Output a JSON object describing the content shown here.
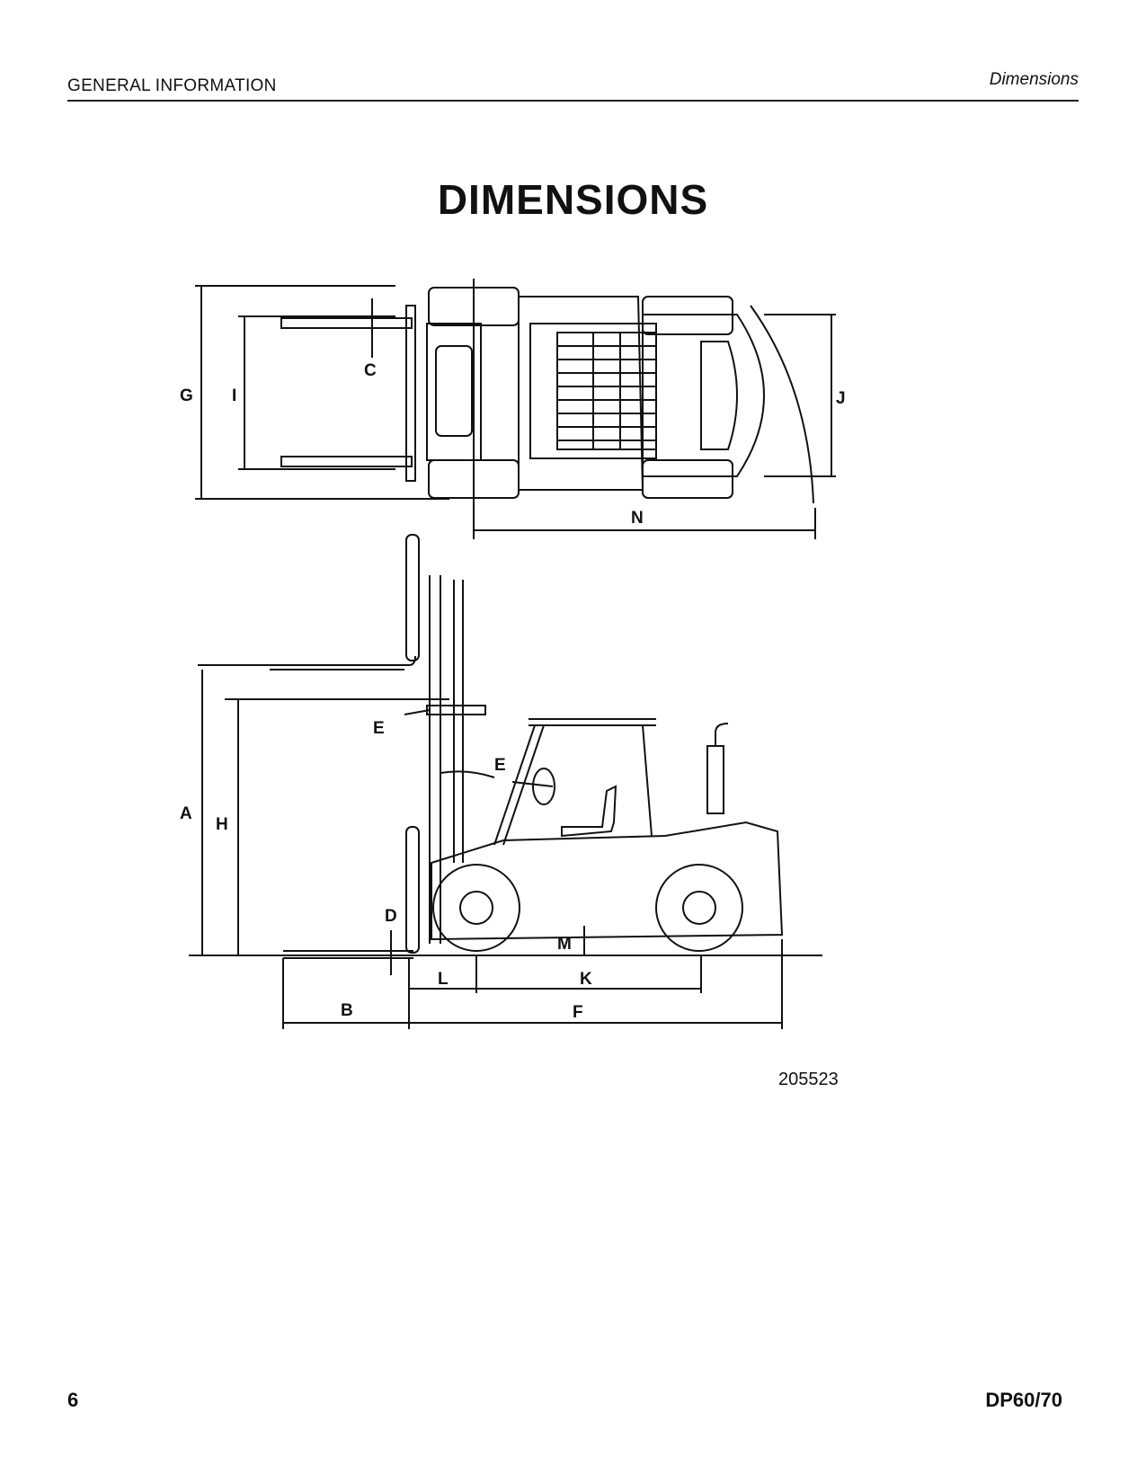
{
  "header": {
    "section": "GENERAL INFORMATION",
    "topic": "Dimensions"
  },
  "title": "DIMENSIONS",
  "figure": {
    "id": "205523",
    "callouts": {
      "A": "A",
      "B": "B",
      "C": "C",
      "D": "D",
      "E1": "E",
      "E2": "E",
      "F": "F",
      "G": "G",
      "H": "H",
      "I": "I",
      "J": "J",
      "K": "K",
      "L": "L",
      "M": "M",
      "N": "N"
    }
  },
  "footer": {
    "page_number": "6",
    "model": "DP60/70"
  }
}
